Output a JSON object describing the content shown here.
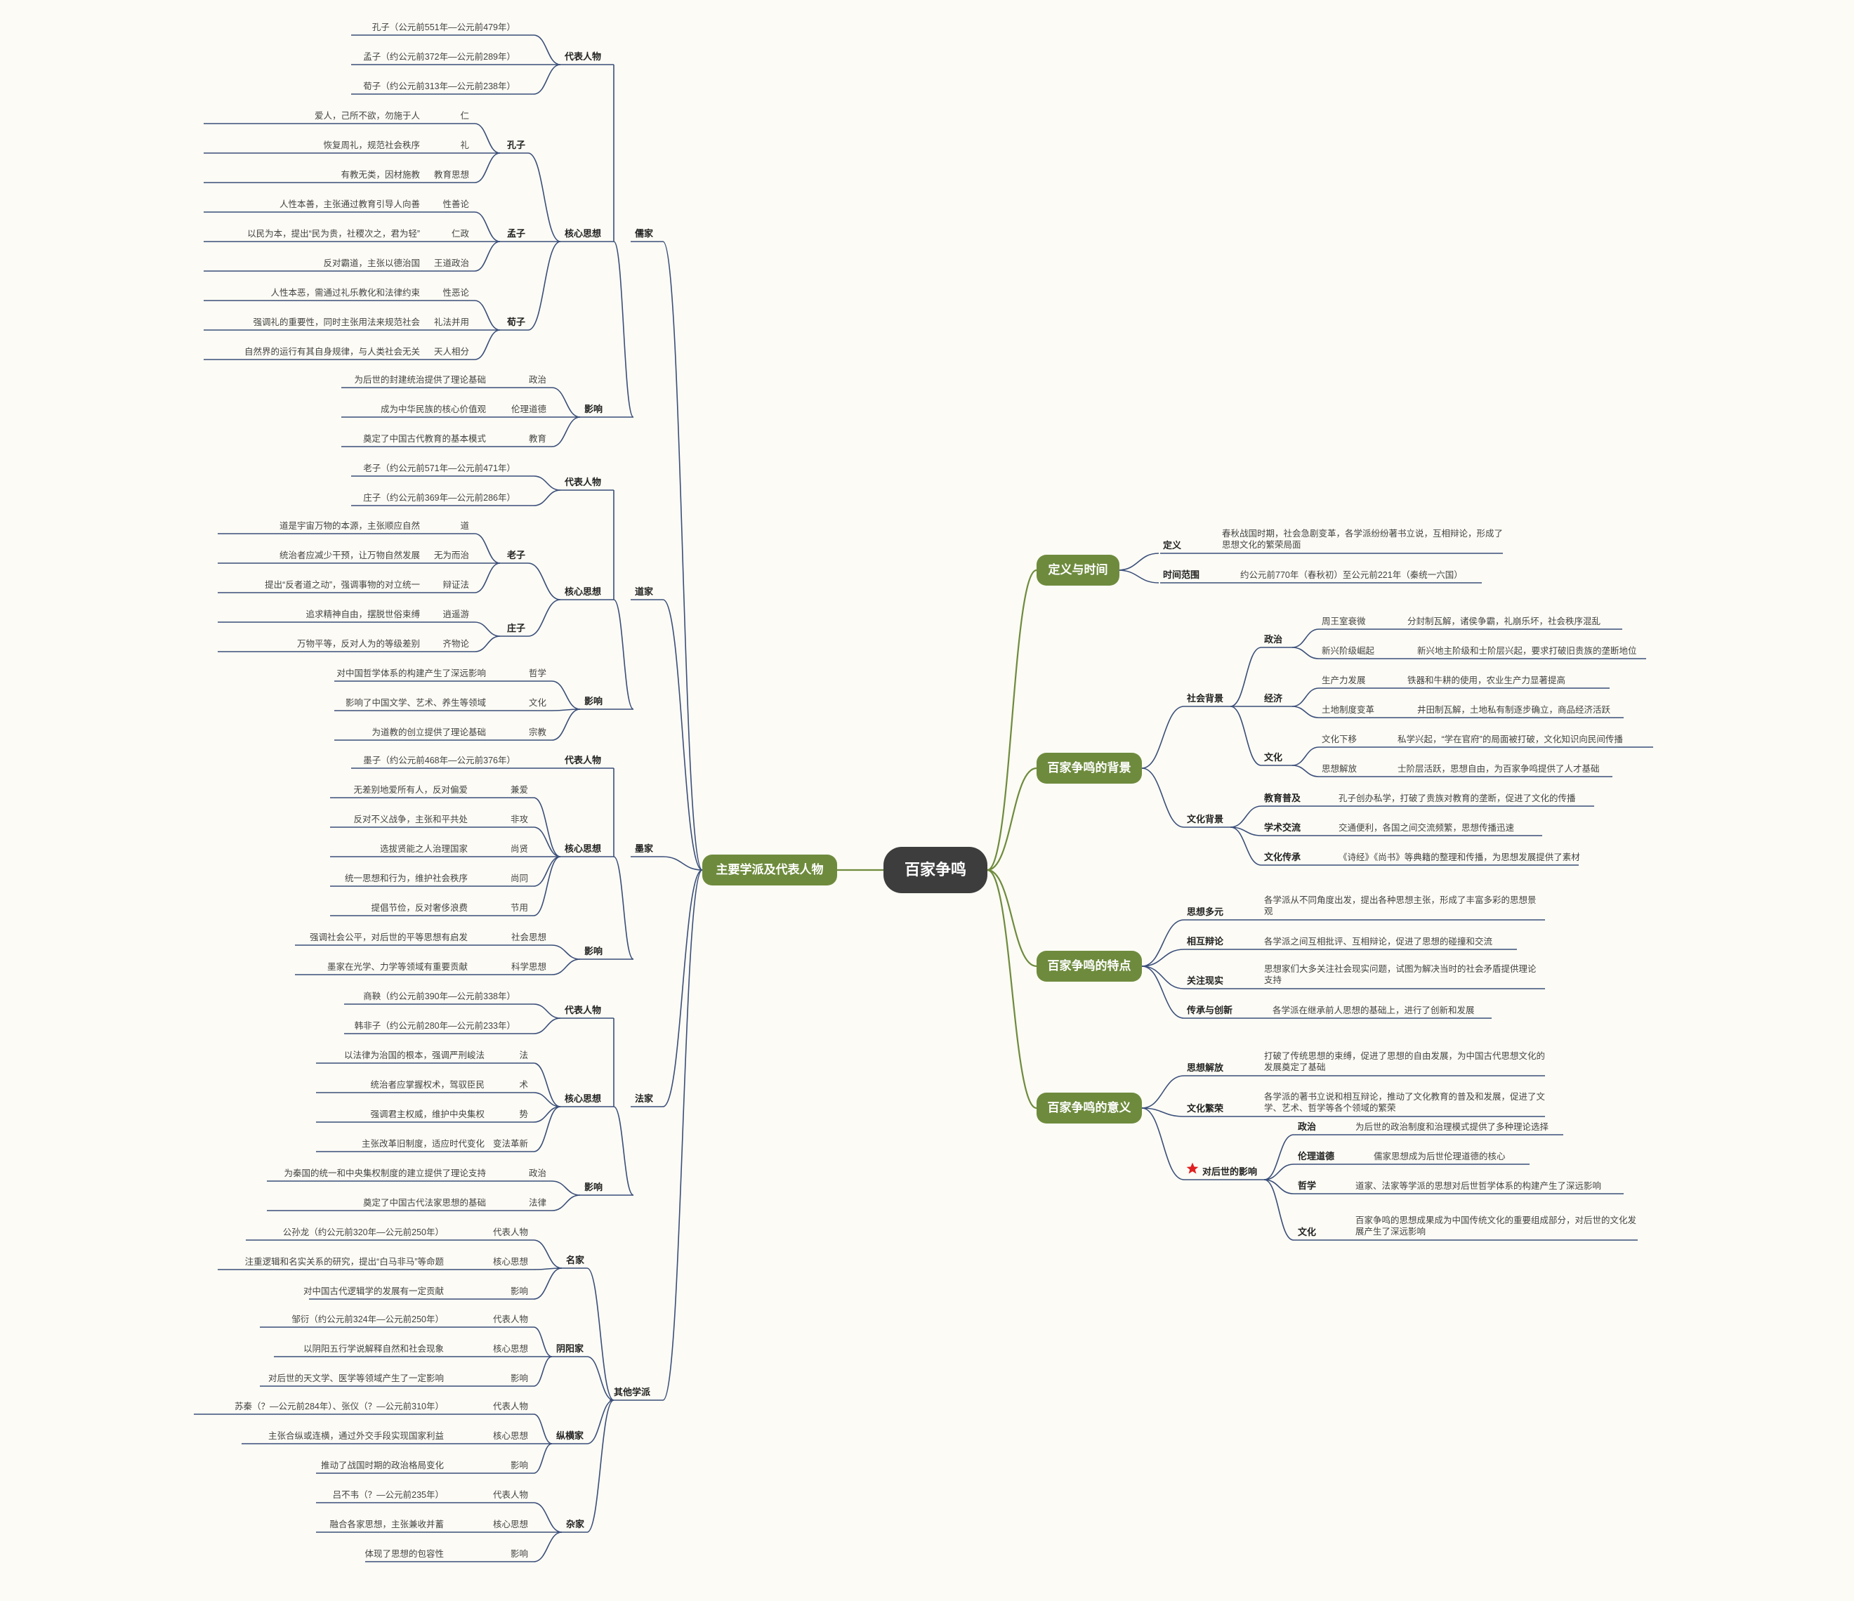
{
  "root": "百家争鸣",
  "main_topics": {
    "schools": "主要学派及代表人物",
    "definition": "定义与时间",
    "background": "百家争鸣的背景",
    "features": "百家争鸣的特点",
    "significance": "百家争鸣的意义"
  },
  "definition": {
    "def_label": "定义",
    "def_text": "春秋战国时期，社会急剧变革，各学派纷纷著书立说，互相辩论，形成了思想文化的繁荣局面",
    "time_label": "时间范围",
    "time_text": "约公元前770年（春秋初）至公元前221年（秦统一六国）"
  },
  "background": {
    "social": "社会背景",
    "politics": "政治",
    "p1_label": "周王室衰微",
    "p1_text": "分封制瓦解，诸侯争霸，礼崩乐坏，社会秩序混乱",
    "p2_label": "新兴阶级崛起",
    "p2_text": "新兴地主阶级和士阶层兴起，要求打破旧贵族的垄断地位",
    "economy": "经济",
    "e1_label": "生产力发展",
    "e1_text": "铁器和牛耕的使用，农业生产力显著提高",
    "e2_label": "土地制度变革",
    "e2_text": "井田制瓦解，土地私有制逐步确立，商品经济活跃",
    "culture": "文化",
    "c1_label": "文化下移",
    "c1_text": "私学兴起，“学在官府”的局面被打破，文化知识向民间传播",
    "c2_label": "思想解放",
    "c2_text": "士阶层活跃，思想自由，为百家争鸣提供了人才基础",
    "cultural": "文化背景",
    "k1_label": "教育普及",
    "k1_text": "孔子创办私学，打破了贵族对教育的垄断，促进了文化的传播",
    "k2_label": "学术交流",
    "k2_text": "交通便利，各国之间交流频繁，思想传播迅速",
    "k3_label": "文化传承",
    "k3_text": "《诗经》《尚书》等典籍的整理和传播，为思想发展提供了素材"
  },
  "features": {
    "f1_label": "思想多元",
    "f1_text": "各学派从不同角度出发，提出各种思想主张，形成了丰富多彩的思想景观",
    "f2_label": "相互辩论",
    "f2_text": "各学派之间互相批评、互相辩论，促进了思想的碰撞和交流",
    "f3_label": "关注现实",
    "f3_text": "思想家们大多关注社会现实问题，试图为解决当时的社会矛盾提供理论支持",
    "f4_label": "传承与创新",
    "f4_text": "各学派在继承前人思想的基础上，进行了创新和发展"
  },
  "significance": {
    "s1_label": "思想解放",
    "s1_text": "打破了传统思想的束缚，促进了思想的自由发展，为中国古代思想文化的发展奠定了基础",
    "s2_label": "文化繁荣",
    "s2_text": "各学派的著书立说和相互辩论，推动了文化教育的普及和发展，促进了文学、艺术、哲学等各个领域的繁荣",
    "s3_label": "对后世的影响",
    "i1_label": "政治",
    "i1_text": "为后世的政治制度和治理模式提供了多种理论选择",
    "i2_label": "伦理道德",
    "i2_text": "儒家思想成为后世伦理道德的核心",
    "i3_label": "哲学",
    "i3_text": "道家、法家等学派的思想对后世哲学体系的构建产生了深远影响",
    "i4_label": "文化",
    "i4_text": "百家争鸣的思想成果成为中国传统文化的重要组成部分，对后世的文化发展产生了深远影响"
  },
  "schools": {
    "rujia": "儒家",
    "daojia": "道家",
    "mojia": "墨家",
    "fajia": "法家",
    "qita": "其他学派",
    "rep": "代表人物",
    "core": "核心思想",
    "influence": "影响",
    "ru_rep": [
      "孔子（公元前551年—公元前479年）",
      "孟子（约公元前372年—公元前289年）",
      "荀子（约公元前313年—公元前238年）"
    ],
    "ru_kongzi": "孔子",
    "ru_mengzi": "孟子",
    "ru_xunzi": "荀子",
    "ru_core": [
      [
        "仁",
        "爱人，己所不欲，勿施于人"
      ],
      [
        "礼",
        "恢复周礼，规范社会秩序"
      ],
      [
        "教育思想",
        "有教无类，因材施教"
      ],
      [
        "性善论",
        "人性本善，主张通过教育引导人向善"
      ],
      [
        "仁政",
        "以民为本，提出“民为贵，社稷次之，君为轻”"
      ],
      [
        "王道政治",
        "反对霸道，主张以德治国"
      ],
      [
        "性恶论",
        "人性本恶，需通过礼乐教化和法律约束"
      ],
      [
        "礼法并用",
        "强调礼的重要性，同时主张用法来规范社会"
      ],
      [
        "天人相分",
        "自然界的运行有其自身规律，与人类社会无关"
      ]
    ],
    "ru_inf": [
      [
        "政治",
        "为后世的封建统治提供了理论基础"
      ],
      [
        "伦理道德",
        "成为中华民族的核心价值观"
      ],
      [
        "教育",
        "奠定了中国古代教育的基本模式"
      ]
    ],
    "dao_rep": [
      "老子（约公元前571年—公元前471年）",
      "庄子（约公元前369年—公元前286年）"
    ],
    "dao_laozi": "老子",
    "dao_zhuangzi": "庄子",
    "dao_core": [
      [
        "道",
        "道是宇宙万物的本源，主张顺应自然"
      ],
      [
        "无为而治",
        "统治者应减少干预，让万物自然发展"
      ],
      [
        "辩证法",
        "提出“反者道之动”，强调事物的对立统一"
      ],
      [
        "逍遥游",
        "追求精神自由，摆脱世俗束缚"
      ],
      [
        "齐物论",
        "万物平等，反对人为的等级差别"
      ]
    ],
    "dao_inf": [
      [
        "哲学",
        "对中国哲学体系的构建产生了深远影响"
      ],
      [
        "文化",
        "影响了中国文学、艺术、养生等领域"
      ],
      [
        "宗教",
        "为道教的创立提供了理论基础"
      ]
    ],
    "mo_rep": [
      "墨子（约公元前468年—公元前376年）"
    ],
    "mo_core": [
      [
        "兼爱",
        "无差别地爱所有人，反对偏爱"
      ],
      [
        "非攻",
        "反对不义战争，主张和平共处"
      ],
      [
        "尚贤",
        "选拔贤能之人治理国家"
      ],
      [
        "尚同",
        "统一思想和行为，维护社会秩序"
      ],
      [
        "节用",
        "提倡节俭，反对奢侈浪费"
      ]
    ],
    "mo_inf": [
      [
        "社会思想",
        "强调社会公平，对后世的平等思想有启发"
      ],
      [
        "科学思想",
        "墨家在光学、力学等领域有重要贡献"
      ]
    ],
    "fa_rep": [
      "商鞅（约公元前390年—公元前338年）",
      "韩非子（约公元前280年—公元前233年）"
    ],
    "fa_core": [
      [
        "法",
        "以法律为治国的根本，强调严刑峻法"
      ],
      [
        "术",
        "统治者应掌握权术，驾驭臣民"
      ],
      [
        "势",
        "强调君主权威，维护中央集权"
      ],
      [
        "变法革新",
        "主张改革旧制度，适应时代变化"
      ]
    ],
    "fa_inf": [
      [
        "政治",
        "为秦国的统一和中央集权制度的建立提供了理论支持"
      ],
      [
        "法律",
        "奠定了中国古代法家思想的基础"
      ]
    ],
    "mingjia": "名家",
    "yinyang": "阴阳家",
    "zongheng": "纵横家",
    "zajia": "杂家",
    "ming_items": [
      [
        "代表人物",
        "公孙龙（约公元前320年—公元前250年）"
      ],
      [
        "核心思想",
        "注重逻辑和名实关系的研究，提出“白马非马”等命题"
      ],
      [
        "影响",
        "对中国古代逻辑学的发展有一定贡献"
      ]
    ],
    "yy_items": [
      [
        "代表人物",
        "邹衍（约公元前324年—公元前250年）"
      ],
      [
        "核心思想",
        "以阴阳五行学说解释自然和社会现象"
      ],
      [
        "影响",
        "对后世的天文学、医学等领域产生了一定影响"
      ]
    ],
    "zh_items": [
      [
        "代表人物",
        "苏秦（？—公元前284年）、张仪（？—公元前310年）"
      ],
      [
        "核心思想",
        "主张合纵或连横，通过外交手段实现国家利益"
      ],
      [
        "影响",
        "推动了战国时期的政治格局变化"
      ]
    ],
    "za_items": [
      [
        "代表人物",
        "吕不韦（？—公元前235年）"
      ],
      [
        "核心思想",
        "融合各家思想，主张兼收并蓄"
      ],
      [
        "影响",
        "体现了思想的包容性"
      ]
    ]
  },
  "colors": {
    "line": "#3a4e7a",
    "green_line": "#6e8b3d",
    "pill": "#6e8b3d",
    "root": "#3d3d3d",
    "star": "#e02020"
  }
}
